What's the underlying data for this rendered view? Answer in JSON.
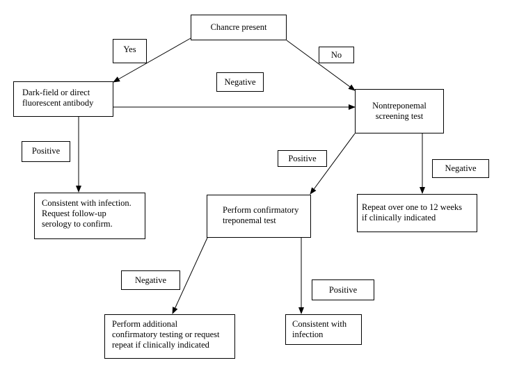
{
  "nodes": {
    "chancre": {
      "lines": [
        "Chancre present"
      ]
    },
    "darkfield": {
      "lines": [
        "Dark-field or direct",
        "fluorescent antibody"
      ]
    },
    "nontreponemal": {
      "lines": [
        "Nontreponemal",
        "screening test"
      ]
    },
    "consistent_followup": {
      "lines": [
        "Consistent with infection.",
        "Request follow-up",
        "serology to confirm."
      ]
    },
    "confirmatory": {
      "lines": [
        "Perform confirmatory",
        "treponemal test"
      ]
    },
    "repeat": {
      "lines": [
        "Repeat over one to 12 weeks",
        "if clinically indicated"
      ]
    },
    "additional": {
      "lines": [
        "Perform additional",
        "confirmatory testing or request",
        "repeat if clinically indicated"
      ]
    },
    "consistent_infection": {
      "lines": [
        "Consistent with",
        "infection"
      ]
    }
  },
  "labels": {
    "yes": "Yes",
    "no": "No",
    "negative_top": "Negative",
    "positive_left": "Positive",
    "positive_mid": "Positive",
    "negative_right": "Negative",
    "negative_bottom": "Negative",
    "positive_bottom": "Positive"
  }
}
